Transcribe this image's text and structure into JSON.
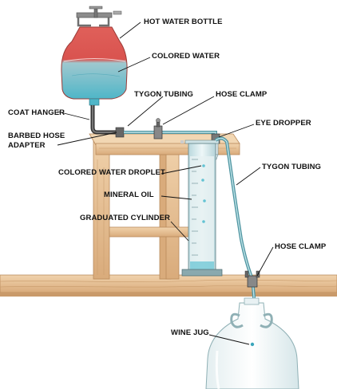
{
  "labels": {
    "hot_water_bottle": "HOT WATER BOTTLE",
    "colored_water": "COLORED WATER",
    "tygon_tubing_top": "TYGON TUBING",
    "hose_clamp_top": "HOSE CLAMP",
    "coat_hanger": "COAT HANGER",
    "barbed_hose_adapter_1": "BARBED HOSE",
    "barbed_hose_adapter_2": "ADAPTER",
    "eye_dropper": "EYE DROPPER",
    "colored_water_droplet": "COLORED WATER DROPLET",
    "tygon_tubing_right": "TYGON TUBING",
    "mineral_oil": "MINERAL OIL",
    "graduated_cylinder": "GRADUATED CYLINDER",
    "hose_clamp_bottom": "HOSE CLAMP",
    "wine_jug": "WINE JUG"
  },
  "colors": {
    "bag_red": "#d9534f",
    "water_blue": "#63c3d3",
    "wood": "#e9c39a",
    "wood_dark": "#b98a5c",
    "tubing": "#5fa8b4",
    "glass": "#cfe3e6"
  }
}
